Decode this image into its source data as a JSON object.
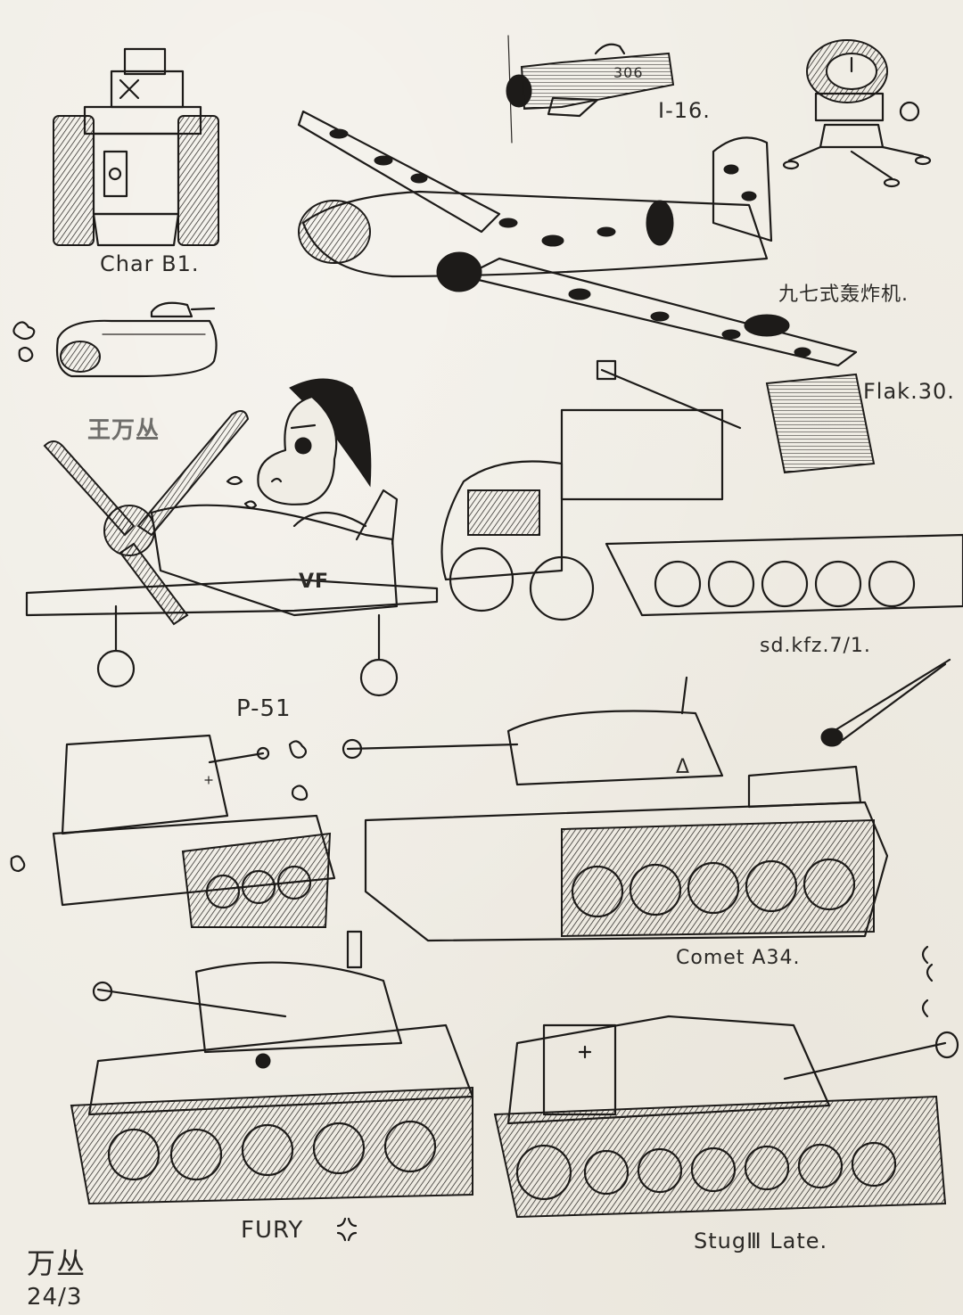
{
  "page": {
    "type": "ink sketch sheet",
    "paper_color": "#f0ede5",
    "ink_color": "#1d1b19"
  },
  "watermark": {
    "text": "王万丛",
    "color": "#6f6e6b"
  },
  "labels": {
    "char_b1": "Char B1.",
    "i16": "I-16.",
    "ki21": "九七式轰炸机.",
    "flak30": "Flak.30.",
    "sdkfz": "sd.kfz.7/1.",
    "p51": "P-51",
    "comet": "Comet A34.",
    "fury": "FURY",
    "stug": "StugⅢ Late."
  },
  "markings": {
    "i16_number": "306",
    "p51_code": "VF",
    "comet_turret_symbol": "Δ"
  },
  "signature": {
    "name": "万丛",
    "date": "24/3"
  },
  "drawings": [
    {
      "id": "char-b1-front",
      "caption": "Char B1."
    },
    {
      "id": "char-b1-side",
      "caption": ""
    },
    {
      "id": "i16-plane",
      "caption": "I-16."
    },
    {
      "id": "searchlight",
      "caption": ""
    },
    {
      "id": "ki21-bomber",
      "caption": "九七式轰炸机."
    },
    {
      "id": "horse-face",
      "caption": ""
    },
    {
      "id": "p51-plane",
      "caption": "P-51"
    },
    {
      "id": "flak30-halftrack",
      "caption": "Flak.30. / sd.kfz.7/1."
    },
    {
      "id": "marder-tank-destroyer",
      "caption": ""
    },
    {
      "id": "comet-tank",
      "caption": "Comet A34."
    },
    {
      "id": "comet-meteor",
      "caption": ""
    },
    {
      "id": "fury-sherman",
      "caption": "FURY"
    },
    {
      "id": "stug3-late",
      "caption": "StugⅢ Late."
    }
  ]
}
